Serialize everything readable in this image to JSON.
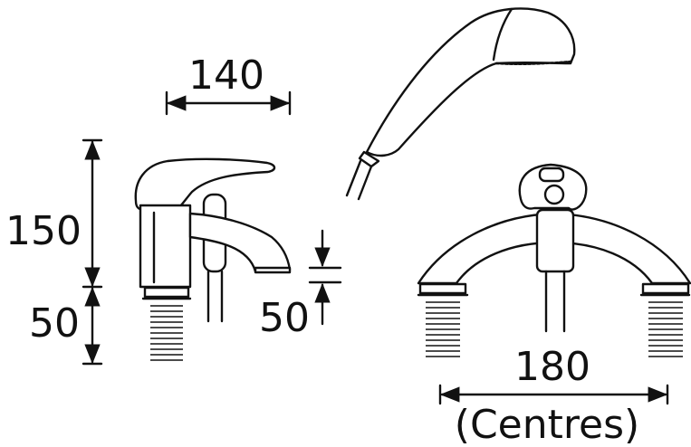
{
  "labels": {
    "spout_width": "140",
    "body_height": "150",
    "base_height": "50",
    "spout_clearance": "50",
    "centres_value": "180",
    "centres_caption": "(Centres)"
  },
  "colors": {
    "ink": "#111111",
    "background": "#ffffff"
  }
}
